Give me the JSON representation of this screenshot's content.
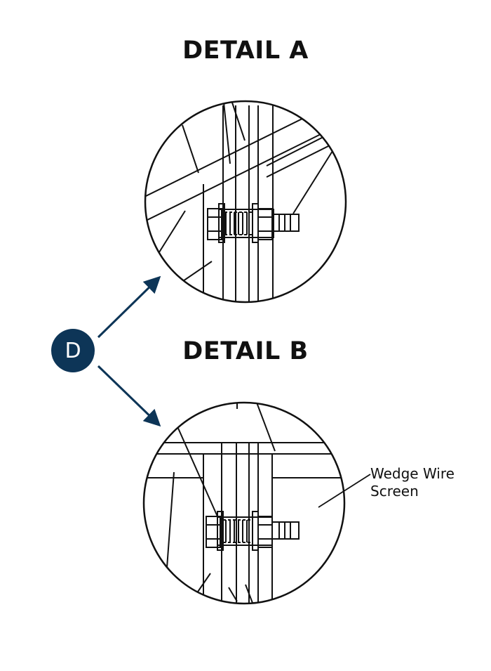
{
  "detail_a": {
    "title": "DETAIL A"
  },
  "detail_b": {
    "title": "DETAIL B"
  },
  "badge": {
    "letter": "D",
    "color": "#0d3557"
  },
  "callout": {
    "label": "Wedge Wire\nScreen"
  },
  "colors": {
    "line": "#111111",
    "arrow": "#0d3557"
  }
}
